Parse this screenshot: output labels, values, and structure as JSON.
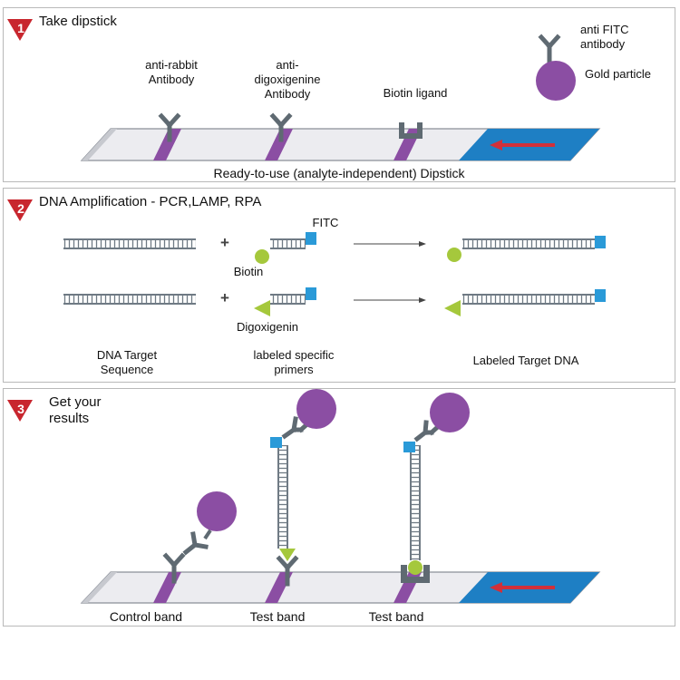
{
  "colors": {
    "purple": "#8b4ea3",
    "antibody_gray": "#5f6a72",
    "strip_fill": "#ececf0",
    "strip_edge": "#8a8f98",
    "pad_blue": "#1e7fc4",
    "arrow_red": "#d1303a",
    "marker_red": "#c8262e",
    "fitc_blue": "#2a9ad8",
    "ligand_green": "#a5c83c"
  },
  "step1": {
    "number": "1",
    "title": "Take dipstick",
    "anti_rabbit_label": "anti-rabbit\nAntibody",
    "anti_dig_label": "anti-\ndigoxigenine\nAntibody",
    "biotin_ligand_label": "Biotin ligand",
    "anti_fitc_label": "anti FITC\nantibody",
    "gold_particle_label": "Gold particle",
    "dipstick_caption": "Ready-to-use (analyte-independent) Dipstick"
  },
  "step2": {
    "number": "2",
    "title": "DNA Amplification - PCR,LAMP, RPA",
    "fitc_label": "FITC",
    "biotin_label": "Biotin",
    "digoxigenin_label": "Digoxigenin",
    "target_caption": "DNA Target\nSequence",
    "primers_caption": "labeled specific\nprimers",
    "labeled_caption": "Labeled Target DNA",
    "plus_sign": "+"
  },
  "step3": {
    "number": "3",
    "title": "Get your\nresults",
    "control_band_label": "Control band",
    "test_band_1_label": "Test band",
    "test_band_2_label": "Test band"
  }
}
